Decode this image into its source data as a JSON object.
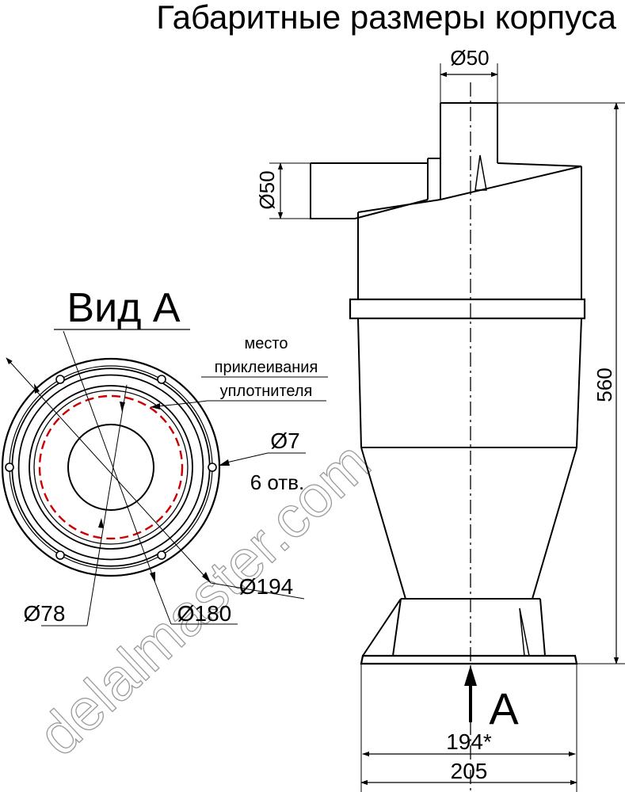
{
  "title": "Габаритные размеры корпуса",
  "view_label": "Вид А",
  "arrow_label": "А",
  "notes": {
    "seal_line1": "место",
    "seal_line2": "приклеивания",
    "seal_line3": "уплотнителя",
    "holes_diameter": "Ø7",
    "holes_count": "6 отв."
  },
  "plan_dimensions": {
    "d194": "Ø194",
    "d180": "Ø180",
    "d78": "Ø78"
  },
  "elevation_dimensions": {
    "top_pipe": "Ø50",
    "side_pipe": "Ø50",
    "height": "560",
    "base_inner": "194*",
    "base_outer": "205"
  },
  "watermark": "delalmaster.com",
  "colors": {
    "line": "#000000",
    "seal_dashed": "#cc0000",
    "watermark_outline": "#9a9a9a"
  }
}
